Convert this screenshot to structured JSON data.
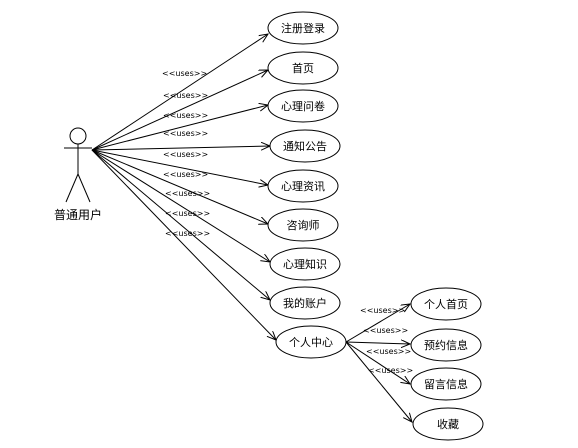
{
  "actor": {
    "label": "普通用户"
  },
  "stereotype": "<<uses>>",
  "use_cases": [
    {
      "id": "uc-register",
      "label": "注册登录"
    },
    {
      "id": "uc-home",
      "label": "首页"
    },
    {
      "id": "uc-questionnaire",
      "label": "心理问卷"
    },
    {
      "id": "uc-notice",
      "label": "通知公告"
    },
    {
      "id": "uc-news",
      "label": "心理资讯"
    },
    {
      "id": "uc-counselor",
      "label": "咨询师"
    },
    {
      "id": "uc-knowledge",
      "label": "心理知识"
    },
    {
      "id": "uc-account",
      "label": "我的账户"
    },
    {
      "id": "uc-personal-center",
      "label": "个人中心"
    }
  ],
  "sub_use_cases": [
    {
      "id": "uc-personal-home",
      "label": "个人首页"
    },
    {
      "id": "uc-booking-info",
      "label": "预约信息"
    },
    {
      "id": "uc-message-info",
      "label": "留言信息"
    },
    {
      "id": "uc-favorites",
      "label": "收藏"
    }
  ]
}
